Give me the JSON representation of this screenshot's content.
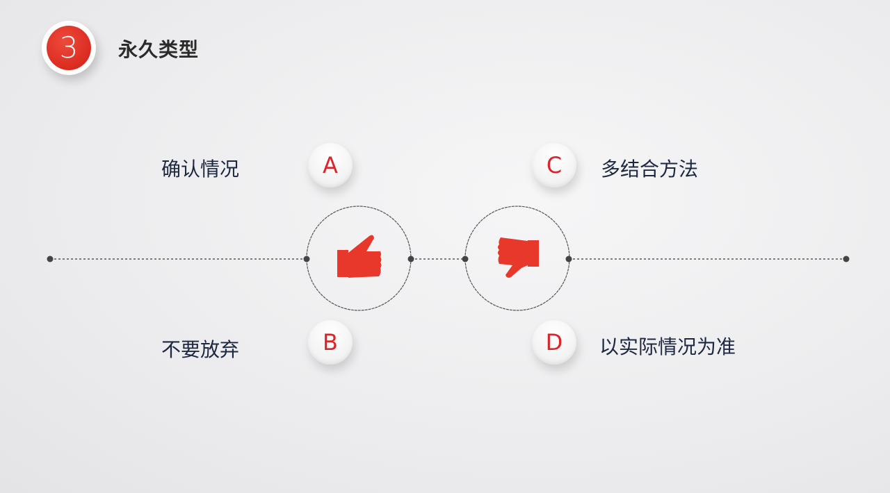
{
  "header": {
    "number": "3",
    "title": "永久类型"
  },
  "items": [
    {
      "letter": "A",
      "label": "确认情况"
    },
    {
      "letter": "B",
      "label": "不要放弃"
    },
    {
      "letter": "C",
      "label": "多结合方法"
    },
    {
      "letter": "D",
      "label": "以实际情况为准"
    }
  ],
  "icons": {
    "left": "thumbs-up-icon",
    "right": "thumbs-down-icon"
  },
  "colors": {
    "accent": "#e8382c",
    "text": "#1d2740",
    "line": "#555555"
  }
}
